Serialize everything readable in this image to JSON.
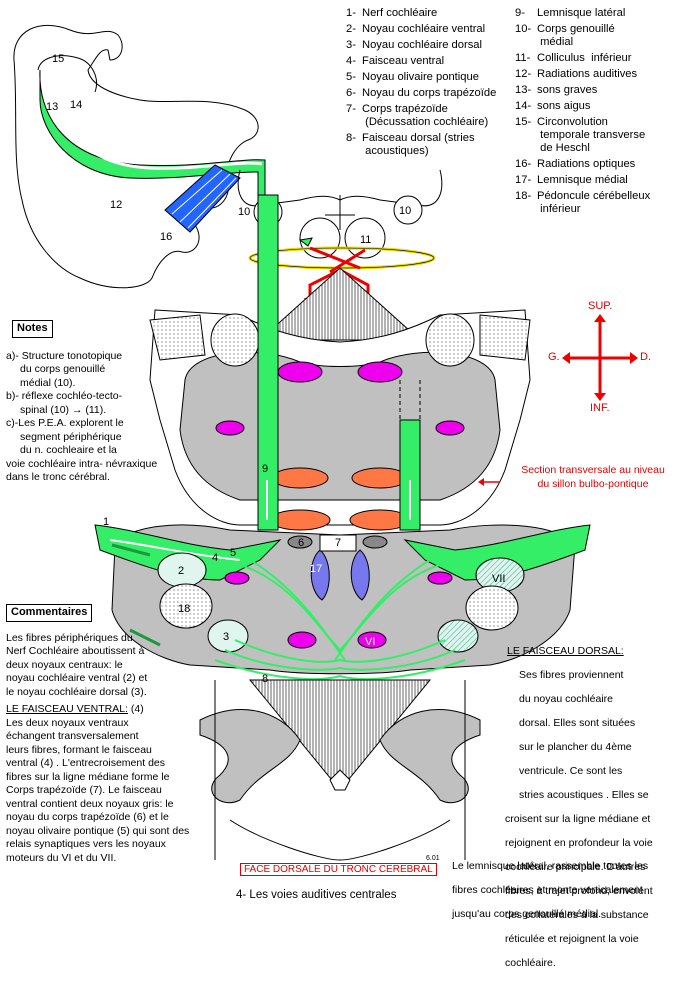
{
  "legend_col1": [
    {
      "n": "1-",
      "t": "Nerf cochléaire"
    },
    {
      "n": "2-",
      "t": "Noyau cochléaire ventral"
    },
    {
      "n": "3-",
      "t": "Noyau cochléaire dorsal"
    },
    {
      "n": "4-",
      "t": "Faisceau ventral"
    },
    {
      "n": "5-",
      "t": "Noyau olivaire pontique"
    },
    {
      "n": "6-",
      "t": "Noyau du corps trapézoïde"
    },
    {
      "n": "7-",
      "t": "Corps trapézoïde\n (Décussation cochléaire)"
    },
    {
      "n": "8-",
      "t": "Faisceau dorsal (stries\n acoustiques)"
    }
  ],
  "legend_col2": [
    {
      "n": "9-",
      "t": "Lemnisque latéral"
    },
    {
      "n": "10-",
      "t": "Corps genouillé\n médial"
    },
    {
      "n": "11-",
      "t": "Colliculus  inférieur"
    },
    {
      "n": "12-",
      "t": "Radiations auditives"
    },
    {
      "n": "13-",
      "t": "sons graves"
    },
    {
      "n": "14-",
      "t": "sons aigus"
    },
    {
      "n": "15-",
      "t": "Circonvolution\n temporale transverse\n de Heschl"
    },
    {
      "n": "16-",
      "t": "Radiations optiques"
    },
    {
      "n": "17-",
      "t": "Lemnisque médial"
    },
    {
      "n": "18-",
      "t": "Pédoncule cérébelleux\n inférieur"
    }
  ],
  "notes": {
    "title": "Notes",
    "lines": [
      "a)- Structure tonotopique",
      "du corps genouillé",
      "médial (10).",
      "b)- réflexe cochléo-tecto-",
      "spinal (10) → (11).",
      "c)-Les P.E.A. explorent le",
      "segment périphérique",
      "du n. cochleaire et la",
      "voie cochléaire intra- névraxique",
      "dans le tronc cérébral."
    ]
  },
  "commentaires": {
    "title": "Commentaires",
    "intro": [
      "Les fibres périphériques du",
      "Nerf Cochléaire aboutissent à",
      "deux noyaux centraux: le",
      "noyau cochléaire ventral (2) et",
      "le noyau cochléaire dorsal (3)."
    ],
    "ventral_title": "LE FAISCEAU VENTRAL:",
    "ventral_num": "(4)",
    "ventral": [
      "Les deux noyaux ventraux",
      "échangent transversalement",
      "leurs fibres, formant le faisceau",
      "ventral (4) . L'entrecroisement des",
      "fibres sur la ligne médiane forme le",
      "Corps trapézoïde (7). Le faisceau",
      "ventral contient deux noyaux gris: le",
      "noyau du corps trapézoïde (6) et le",
      "noyau olivaire pontique (5) qui sont des",
      "relais synaptiques vers les noyaux",
      "moteurs du VI et du VII."
    ]
  },
  "dorsal": {
    "title": "LE FAISCEAU DORSAL:",
    "lines": [
      "Ses fibres proviennent",
      "du noyau cochléaire",
      "dorsal. Elles sont situées",
      "sur le plancher du 4ème",
      "ventricule. Ce sont les",
      "stries acoustiques . Elles se",
      "croisent sur la ligne médiane et",
      "rejoignent en profondeur la voie",
      "cochléaire principale. D'autres",
      "fibres, à trajet profond, envoient",
      "des collatérales à la substance",
      "réticulée et rejoignent la voie",
      "cochléaire."
    ],
    "lemnisque": [
      "Le lemnisque latéral, rassemble toutes les",
      "fibres cochléaires et monte verticalement",
      "jusqu'au corps genouillé médial."
    ]
  },
  "section_label": [
    "Section transversale au niveau",
    "du sillon bulbo-pontique"
  ],
  "directions": {
    "sup": "SUP.",
    "inf": "INF.",
    "left": "G.",
    "right": "D."
  },
  "face_dorsale": "FACE DORSALE DU TRONC CEREBRAL",
  "version": "6.01",
  "caption": "4- Les voies auditives centrales",
  "diagram_numbers": {
    "n1": "1",
    "n2": "2",
    "n3": "3",
    "n4": "4",
    "n5": "5",
    "n6": "6",
    "n7": "7",
    "n8": "8",
    "n9": "9",
    "n10": "10",
    "n11": "11",
    "n12": "12",
    "n13": "13",
    "n14": "14",
    "n15": "15",
    "n16": "16",
    "n17": "17",
    "n18": "18",
    "vi": "VI",
    "vii": "VII"
  },
  "colors": {
    "green": "#33ee66",
    "red": "#ee0000",
    "gray": "#c0c0c0",
    "blue": "#2266ff",
    "magenta": "#ee00ee",
    "orange": "#ff7744",
    "slate": "#7777ee"
  }
}
